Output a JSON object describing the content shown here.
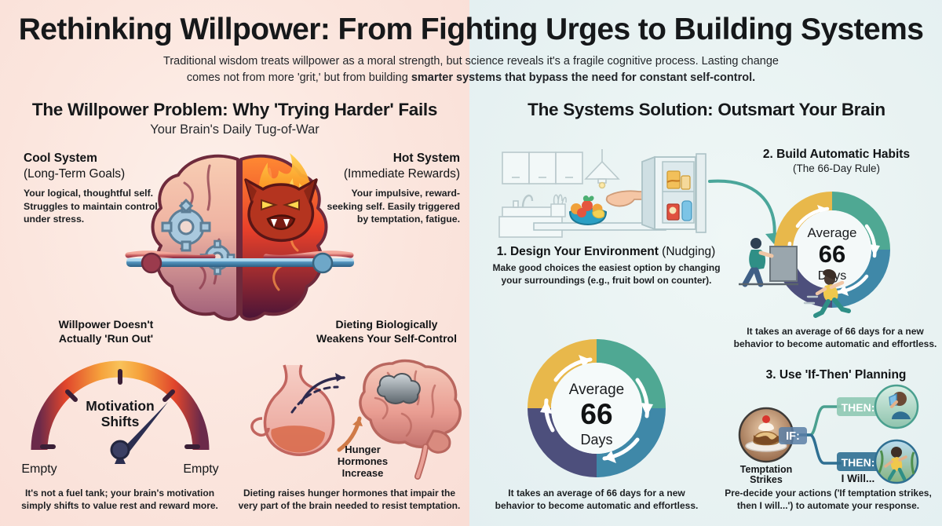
{
  "header": {
    "title": "Rethinking Willpower: From Fighting Urges to Building Systems",
    "subtitle_line1": "Traditional wisdom treats willpower as a moral strength, but science reveals it's a fragile cognitive process. Lasting change",
    "subtitle_line2_pre": "comes not from more 'grit,' but from building ",
    "subtitle_line2_bold": "smarter systems that bypass the need for constant self-control."
  },
  "left_panel": {
    "title": "The Willpower Problem: Why 'Trying Harder' Fails",
    "subtitle": "Your Brain's Daily Tug-of-War",
    "cool_system": {
      "heading": "Cool System",
      "subheading": "(Long-Term Goals)",
      "body": "Your logical, thoughtful self. Struggles to maintain control under stress."
    },
    "hot_system": {
      "heading": "Hot System",
      "subheading": "(Immediate Rewards)",
      "body": "Your impulsive, reward-seeking self. Easily triggered by temptation, fatigue."
    },
    "gauge_block": {
      "heading_line1": "Willpower Doesn't",
      "heading_line2": "Actually 'Run Out'",
      "gauge_label_line1": "Motivation",
      "gauge_label_line2": "Shifts",
      "gauge_left_label": "Empty",
      "gauge_right_label": "Empty",
      "caption_line1": "It's not a fuel tank; your brain's motivation",
      "caption_line2": "simply shifts to value rest and reward more."
    },
    "diet_block": {
      "heading_line1": "Dieting Biologically",
      "heading_line2": "Weakens Your Self-Control",
      "arrow_label_line1": "Hunger",
      "arrow_label_line2": "Hormones",
      "arrow_label_line3": "Increase",
      "caption_line1": "Dieting raises hunger hormones that impair the",
      "caption_line2": "very part of the brain needed to resist temptation."
    }
  },
  "right_panel": {
    "title": "The Systems Solution: Outsmart Your Brain",
    "step1": {
      "heading_bold": "1. Design Your Environment",
      "heading_regular": " (Nudging)",
      "body_line1": "Make good choices the easiest option by changing",
      "body_line2": "your surroundings (e.g., fruit bowl on counter)."
    },
    "step2": {
      "heading": "2. Build Automatic Habits",
      "subheading": "(The 66-Day Rule)",
      "caption_line1": "It takes an average of 66 days for a new",
      "caption_line2": "behavior to become automatic and effortless."
    },
    "step3": {
      "heading": "3. Use 'If-Then' Planning",
      "if_label": "IF:",
      "then_label_top": "THEN:",
      "then_label_bottom": "THEN:",
      "i_will_label": "I Will...",
      "temptation_line1": "Temptation",
      "temptation_line2": "Strikes",
      "caption_line1": "Pre-decide your actions ('If temptation strikes,",
      "caption_line2": "then I will...') to automate your response."
    },
    "cycle_center": {
      "top": "Average",
      "number": "66",
      "bottom": "Days"
    },
    "cycle_caption_line1": "It takes an average of 66 days for a new",
    "cycle_caption_line2": "behavior to become automatic and effortless."
  },
  "colors": {
    "bg_left": "#fae5de",
    "bg_right": "#e8f2f2",
    "cycle_yellow": "#e8b84b",
    "cycle_teal": "#4fa893",
    "cycle_blue": "#3f88a8",
    "cycle_purple": "#4d4f7c",
    "hot_orange": "#f26522",
    "cool_blue": "#7fb5d9",
    "text_dark": "#16181a"
  }
}
